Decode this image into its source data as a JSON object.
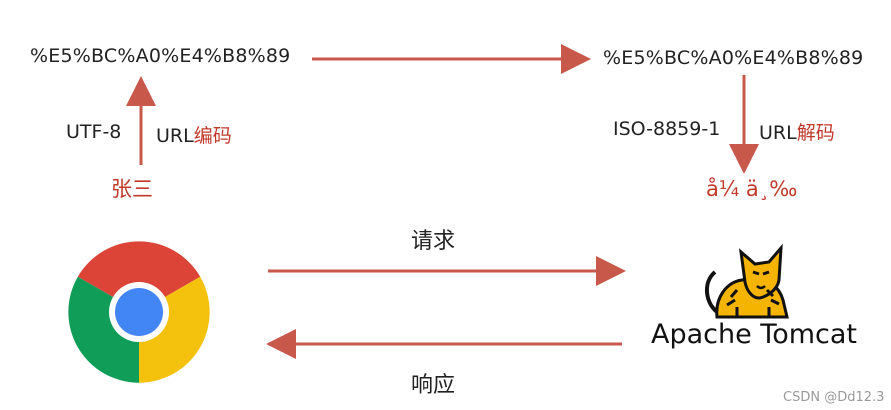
{
  "encoded_left": "%E5%BC%A0%E4%B8%89",
  "encoded_right": "%E5%BC%A0%E4%B8%89",
  "left_charset": "UTF-8",
  "left_action_prefix": "URL",
  "left_action_cn": "编码",
  "right_charset": "ISO-8859-1",
  "right_action_prefix": "URL",
  "right_action_cn": "解码",
  "original_name": "张三",
  "garbled_text": "å¼ ä¸‰",
  "request_label": "请求",
  "response_label": "响应",
  "server_name": "Apache Tomcat",
  "watermark": "CSDN @Dd12.3",
  "colors": {
    "arrow": "#c8584a",
    "accent_text": "#c0392b"
  },
  "icons": [
    "chrome-logo-icon",
    "tomcat-cat-logo-icon"
  ]
}
